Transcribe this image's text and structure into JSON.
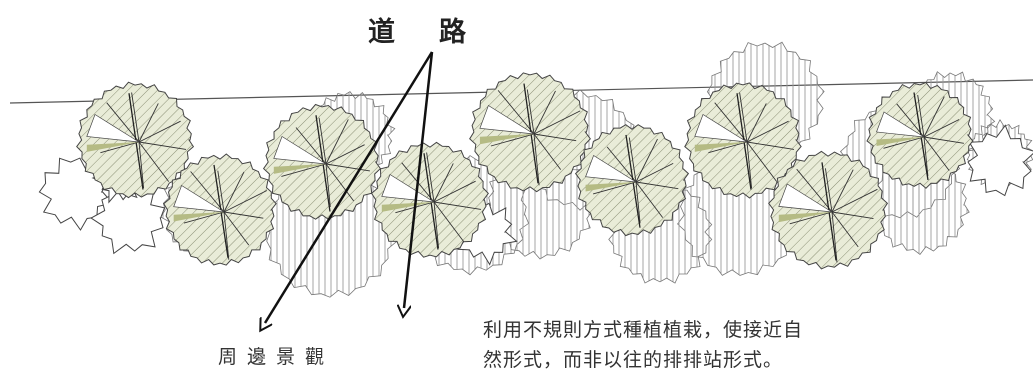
{
  "labels": {
    "road": "道路",
    "surroundings": "周邊景觀",
    "description_line1": "利用不規則方式種植植栽，使接近自",
    "description_line2": "然形式，而非以往的排排站形式。"
  },
  "colors": {
    "line": "#444444",
    "canopy_fill": "#e9ecd8",
    "hatch": "#8b9075",
    "shrub_hatch": "#9a9a9a",
    "arrow": "#111111",
    "text": "#333333"
  },
  "icons": [
    "tree-canopy-icon",
    "shrub-icon",
    "arrow-icon"
  ]
}
